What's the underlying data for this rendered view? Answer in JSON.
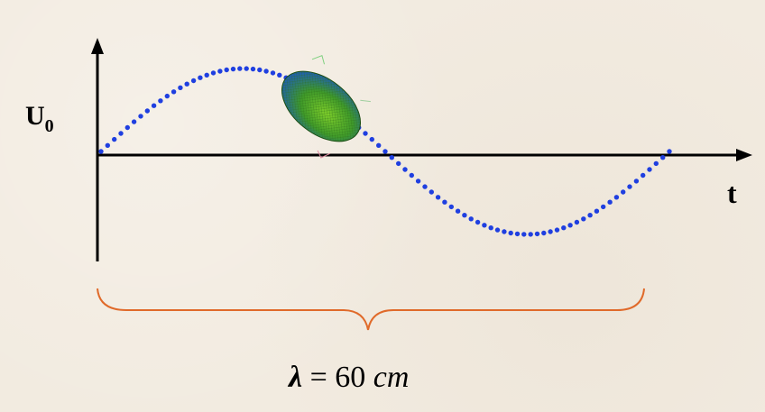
{
  "axes": {
    "y_label": "U",
    "y_label_subscript": "0",
    "x_label": "t"
  },
  "wavelength": {
    "symbol": "λ",
    "equals": "=",
    "value": "60",
    "unit": "cm"
  },
  "colors": {
    "wave_dots": "#1f3fe0",
    "brace": "#e06a2a",
    "axis": "#000000",
    "particle_dark": "#1a5c1a",
    "particle_light": "#6abf2a"
  },
  "icons": [
    "particle-ellipsoid-icon"
  ]
}
